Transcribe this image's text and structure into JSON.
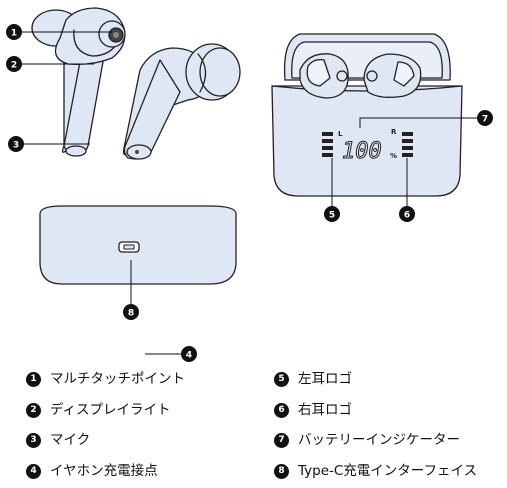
{
  "callouts": [
    "1",
    "2",
    "3",
    "4",
    "5",
    "6",
    "7",
    "8"
  ],
  "display": {
    "value": "100",
    "left_mark": "L",
    "right_mark": "R",
    "percent": "%"
  },
  "legend": [
    {
      "num": "1",
      "label": "マルチタッチポイント"
    },
    {
      "num": "2",
      "label": "ディスプレイライト"
    },
    {
      "num": "3",
      "label": "マイク"
    },
    {
      "num": "4",
      "label": "イヤホン充電接点"
    },
    {
      "num": "5",
      "label": "左耳ロゴ"
    },
    {
      "num": "6",
      "label": "右耳ロゴ"
    },
    {
      "num": "7",
      "label": "バッテリーインジケーター"
    },
    {
      "num": "8",
      "label": "Type-C充電インターフェイス"
    }
  ],
  "colors": {
    "body_fill": "#dfe7f5",
    "outline": "#222222",
    "callout": "#111111"
  }
}
